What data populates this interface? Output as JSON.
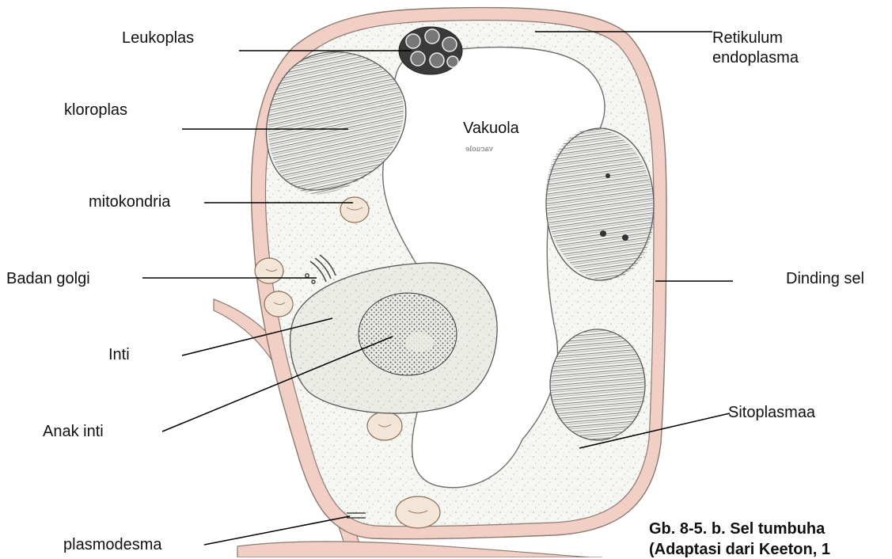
{
  "diagram": {
    "labels": {
      "leukoplas": "Leukoplas",
      "retikulum_line1": "Retikulum",
      "retikulum_line2": "endoplasma",
      "kloroplas": "kloroplas",
      "vakuola": "Vakuola",
      "mitokondria": "mitokondria",
      "badan_golgi": "Badan golgi",
      "dinding_sel": "Dinding sel",
      "inti": "Inti",
      "anak_inti": "Anak inti",
      "sitoplasma": "Sitoplasmaa",
      "plasmodesma": "plasmodesma"
    },
    "vacuole_mirror_text": "vacuole",
    "caption": {
      "line1": "Gb. 8-5. b. Sel  tumbuha",
      "line2": "(Adaptasi dari Keeton, 1"
    },
    "colors": {
      "cell_wall": "#f2cfc4",
      "wall_outline": "#8a7a72",
      "cytoplasm": "#f6f6f3",
      "vacuole": "#ffffff",
      "organelle_fill": "#f3e6d8",
      "leader_line": "#000000"
    }
  }
}
